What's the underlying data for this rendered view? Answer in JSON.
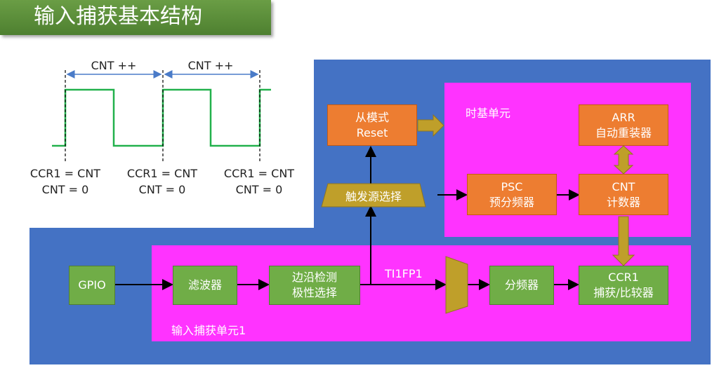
{
  "title": "输入捕获基本结构",
  "timing": {
    "span_label_1": "CNT ++",
    "span_label_2": "CNT ++",
    "events": [
      {
        "line1": "CCR1 = CNT",
        "line2": "CNT = 0"
      },
      {
        "line1": "CCR1 = CNT",
        "line2": "CNT = 0"
      },
      {
        "line1": "CCR1 = CNT",
        "line2": "CNT = 0"
      }
    ]
  },
  "slave_mode": {
    "line1": "从模式",
    "line2": "Reset"
  },
  "trigger_select": "触发源选择",
  "time_base": {
    "label": "时基单元",
    "arr": {
      "line1": "ARR",
      "line2": "自动重装器"
    },
    "psc": {
      "line1": "PSC",
      "line2": "预分频器"
    },
    "cnt": {
      "line1": "CNT",
      "line2": "计数器"
    }
  },
  "input_capture": {
    "label": "输入捕获单元1",
    "gpio": "GPIO",
    "filter": "滤波器",
    "edge": {
      "line1": "边沿检测",
      "line2": "极性选择"
    },
    "signal": "TI1FP1",
    "prescaler": "分频器",
    "ccr": {
      "line1": "CCR1",
      "line2": "捕获/比较器"
    }
  },
  "colors": {
    "title_bg": "#5b8f3b",
    "blue_panel": "#4472c4",
    "magenta": "#ff33ff",
    "orange": "#ed7d31",
    "green": "#70ad47",
    "olive": "#bf9f2a"
  }
}
